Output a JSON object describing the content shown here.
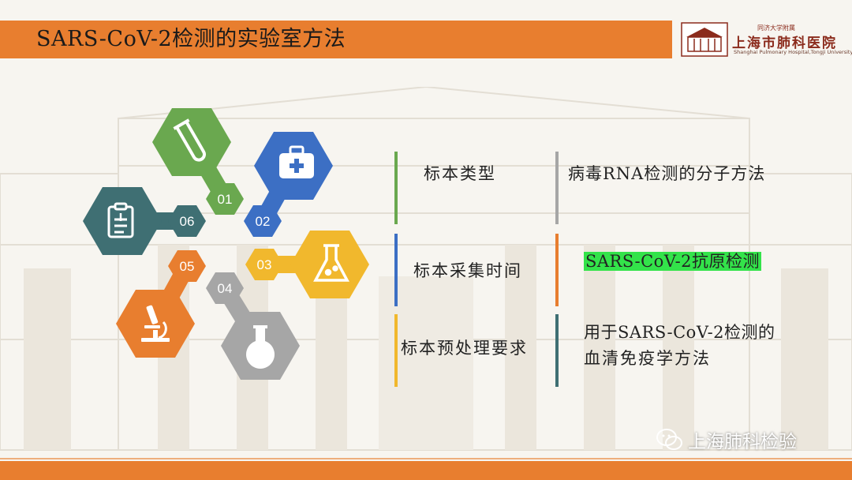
{
  "header": {
    "title": "SARS-CoV-2检测的实验室方法",
    "logo_top": "同济大学附属",
    "logo_main": "上海市肺科医院",
    "logo_sub": "Shanghai Pulmonary Hospital,Tongji University"
  },
  "hexagons": [
    {
      "number": "01",
      "icon": "test-tube-icon",
      "color": "#6aa84f"
    },
    {
      "number": "02",
      "icon": "medical-kit-icon",
      "color": "#3c6fc4"
    },
    {
      "number": "03",
      "icon": "flask-icon",
      "color": "#f1b82d"
    },
    {
      "number": "04",
      "icon": "round-flask-icon",
      "color": "#a6a6a6"
    },
    {
      "number": "05",
      "icon": "microscope-icon",
      "color": "#e87e2f"
    },
    {
      "number": "06",
      "icon": "clipboard-icon",
      "color": "#3f6f73"
    }
  ],
  "table": {
    "rows": [
      {
        "label": "标本类型",
        "value": "病毒RNA检测的分子方法",
        "label_bar_color": "#6aa84f",
        "value_bar_color": "#a6a6a6"
      },
      {
        "label": "标本采集时间",
        "value": "SARS-CoV-2抗原检测",
        "label_bar_color": "#3c6fc4",
        "value_bar_color": "#e87e2f",
        "highlight": "#33e34a"
      },
      {
        "label": "标本预处理要求",
        "value_line1": "用于SARS-CoV-2检测的",
        "value_line2": "血清免疫学方法",
        "label_bar_color": "#f1b82d",
        "value_bar_color": "#3f6f73"
      }
    ]
  },
  "watermark": {
    "text": "上海肺科检验",
    "icon": "wechat-icon"
  },
  "colors": {
    "accent": "#e87e2f",
    "background": "#f7f5f0"
  }
}
